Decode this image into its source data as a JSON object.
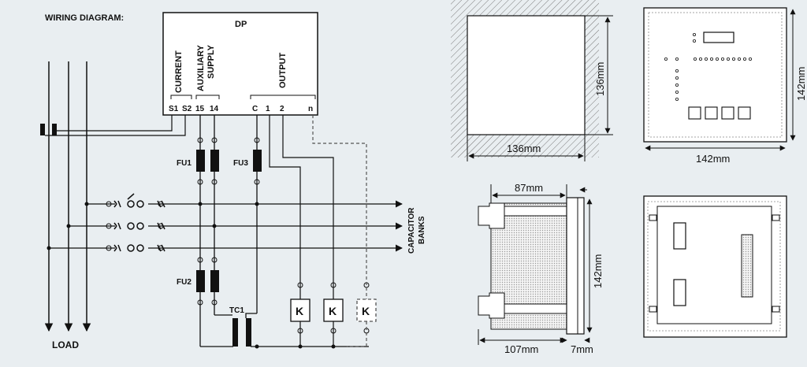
{
  "wiring": {
    "title": "WIRING DIAGRAM:",
    "dp_label": "DP",
    "current_label": "CURRENT",
    "aux_label": "AUXILIARY SUPPLY",
    "aux_line1": "AUXILIARY",
    "aux_line2": "SUPPLY",
    "output_label": "OUTPUT",
    "terminals": [
      "S1",
      "S2",
      "15",
      "14",
      "C",
      "1",
      "2",
      "n"
    ],
    "fuses": [
      "FU1",
      "FU3",
      "FU2"
    ],
    "transformer": "TC1",
    "contactor_label": "K",
    "capacitor_banks": "CAPACITOR BANKS",
    "cap_line1": "CAPACITOR",
    "cap_line2": "BANKS",
    "load_label": "LOAD"
  },
  "dimensions": {
    "cutout_height": "136mm",
    "cutout_width": "136mm",
    "front_height": "142mm",
    "front_width": "142mm",
    "side_depth": "87mm",
    "side_height": "142mm",
    "side_total_depth": "107mm",
    "side_flange": "7mm"
  },
  "colors": {
    "background": "#e9eef1",
    "line": "#111111",
    "hatch": "#777777"
  }
}
